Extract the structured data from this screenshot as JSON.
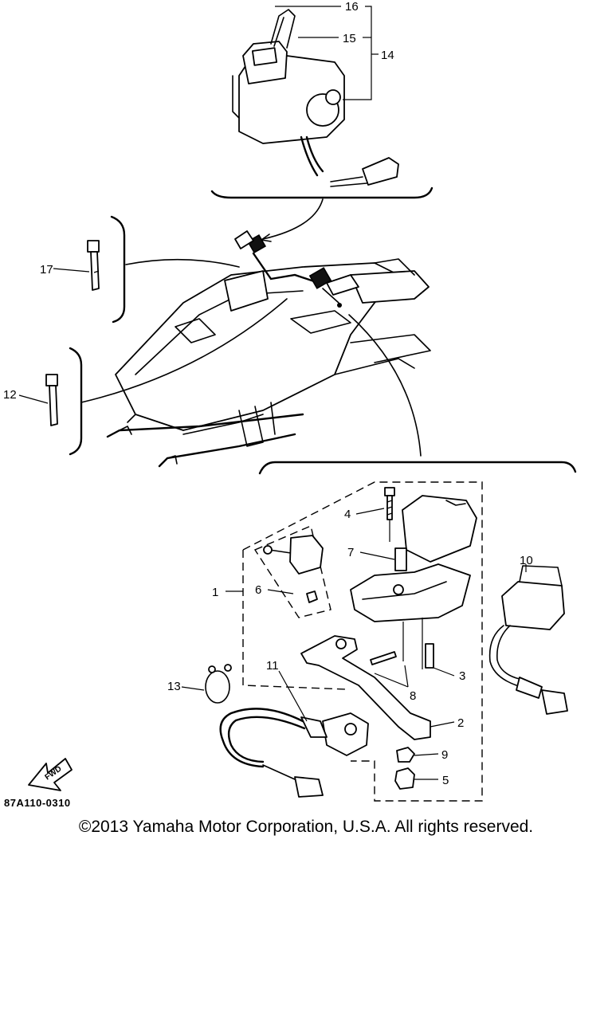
{
  "diagram": {
    "callouts": {
      "n1": "1",
      "n2": "2",
      "n3": "3",
      "n4": "4",
      "n5": "5",
      "n6": "6",
      "n7": "7",
      "n8": "8",
      "n9": "9",
      "n10": "10",
      "n11": "11",
      "n12": "12",
      "n13": "13",
      "n14": "14",
      "n15": "15",
      "n16": "16",
      "n17": "17"
    },
    "fwd_label": "FWD",
    "figure_code": "87A110-0310"
  },
  "footer": {
    "copyright": "©2013 Yamaha Motor Corporation, U.S.A. All rights reserved."
  }
}
